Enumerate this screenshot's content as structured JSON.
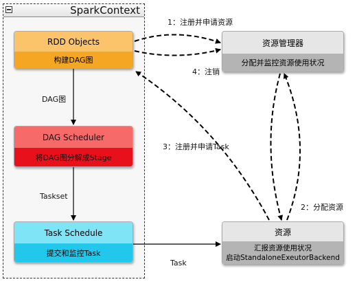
{
  "context": {
    "title": "SparkContext"
  },
  "nodes": {
    "rdd": {
      "title": "RDD Objects",
      "subtitle": "构建DAG图"
    },
    "dag": {
      "title": "DAG Scheduler",
      "subtitle": "将DAG图分解成Stage"
    },
    "task": {
      "title": "Task Schedule",
      "subtitle": "提交和监控Task"
    },
    "rm": {
      "title": "资源管理器",
      "subtitle": "分配并监控资源使用状况"
    },
    "res": {
      "title": "资源",
      "subtitle_line1": "汇报资源使用状况",
      "subtitle_line2": "启动StandaloneExeutorBackend"
    }
  },
  "labels": {
    "register": "1：注册并申请资源",
    "logout": "4：注销",
    "dag_graph": "DAG图",
    "register_task": "3：注册并申请Task",
    "taskset": "Taskset",
    "allocate": "2：分配资源",
    "task": "Task"
  },
  "colors": {
    "rdd_top": "#fbc46a",
    "rdd_bot": "#f5a623",
    "dag_top": "#f76a6a",
    "dag_bot": "#e8111b",
    "task_top": "#7fe4f5",
    "task_bot": "#22c8ec",
    "gray_top": "#e6e6e6",
    "gray_bot": "#b4b4b4"
  }
}
